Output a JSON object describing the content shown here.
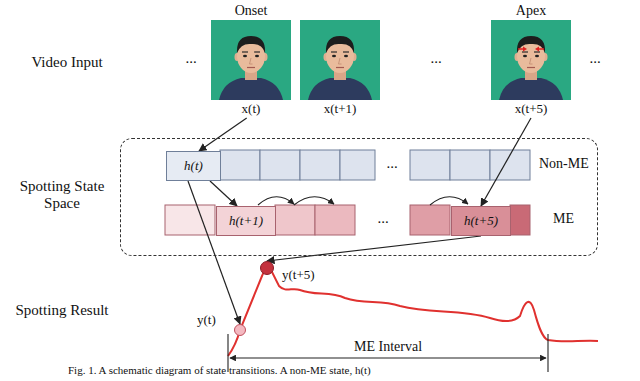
{
  "diagram": {
    "caption": "Fig. 1. A schematic diagram of state transitions. A non-ME state, h(t)",
    "nodes": [
      {
        "text": [
          "Onset",
          "x(t)"
        ]
      },
      {
        "text": [
          "x(t+1)"
        ]
      },
      {
        "text": [
          "Apex",
          "x(t+5)"
        ]
      },
      {
        "text": [
          "Non-ME",
          "ME"
        ]
      },
      {
        "text": [
          "h(t)"
        ],
        "in": 3
      },
      {
        "text": [
          "h(t+1)"
        ],
        "in": 3
      },
      {
        "text": [
          "h(t+5)"
        ],
        "in": 3
      },
      {
        "text": [
          "y(t)"
        ]
      },
      {
        "text": [
          "y(t+5)"
        ]
      }
    ],
    "edges": [
      {
        "from": 0,
        "to": 4,
        "arrow": "to"
      },
      {
        "from": 4,
        "to": 5,
        "arrow": "to"
      },
      {
        "from": 2,
        "to": 6,
        "arrow": "to"
      },
      {
        "from": 4,
        "to": 7,
        "arrow": "to"
      },
      {
        "from": 6,
        "to": 8,
        "arrow": "to"
      }
    ],
    "labels": [
      "Video Input",
      "Spotting State Space",
      "Spotting Result",
      "...",
      "...",
      "...",
      "...",
      "...",
      "ME Interval"
    ]
  }
}
